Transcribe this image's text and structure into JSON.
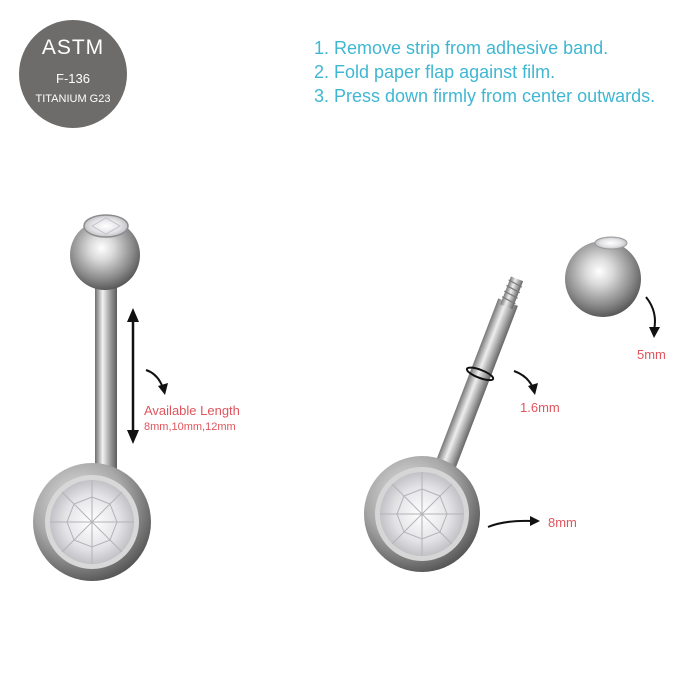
{
  "badge": {
    "standard": "ASTM",
    "code": "F-136",
    "material": "TITANIUM G23"
  },
  "instructions": [
    "1. Remove strip from adhesive band.",
    "2. Fold paper flap against film.",
    "3. Press down firmly from center outwards."
  ],
  "dimensions": {
    "available_length_label": "Available Length",
    "available_length_values": "8mm,10mm,12mm",
    "bar_thickness": "1.6mm",
    "top_ball": "5mm",
    "bottom_gem": "8mm"
  },
  "colors": {
    "instructions": "#3fb7d2",
    "labels": "#e0555d",
    "badge": "#6e6c6b"
  }
}
